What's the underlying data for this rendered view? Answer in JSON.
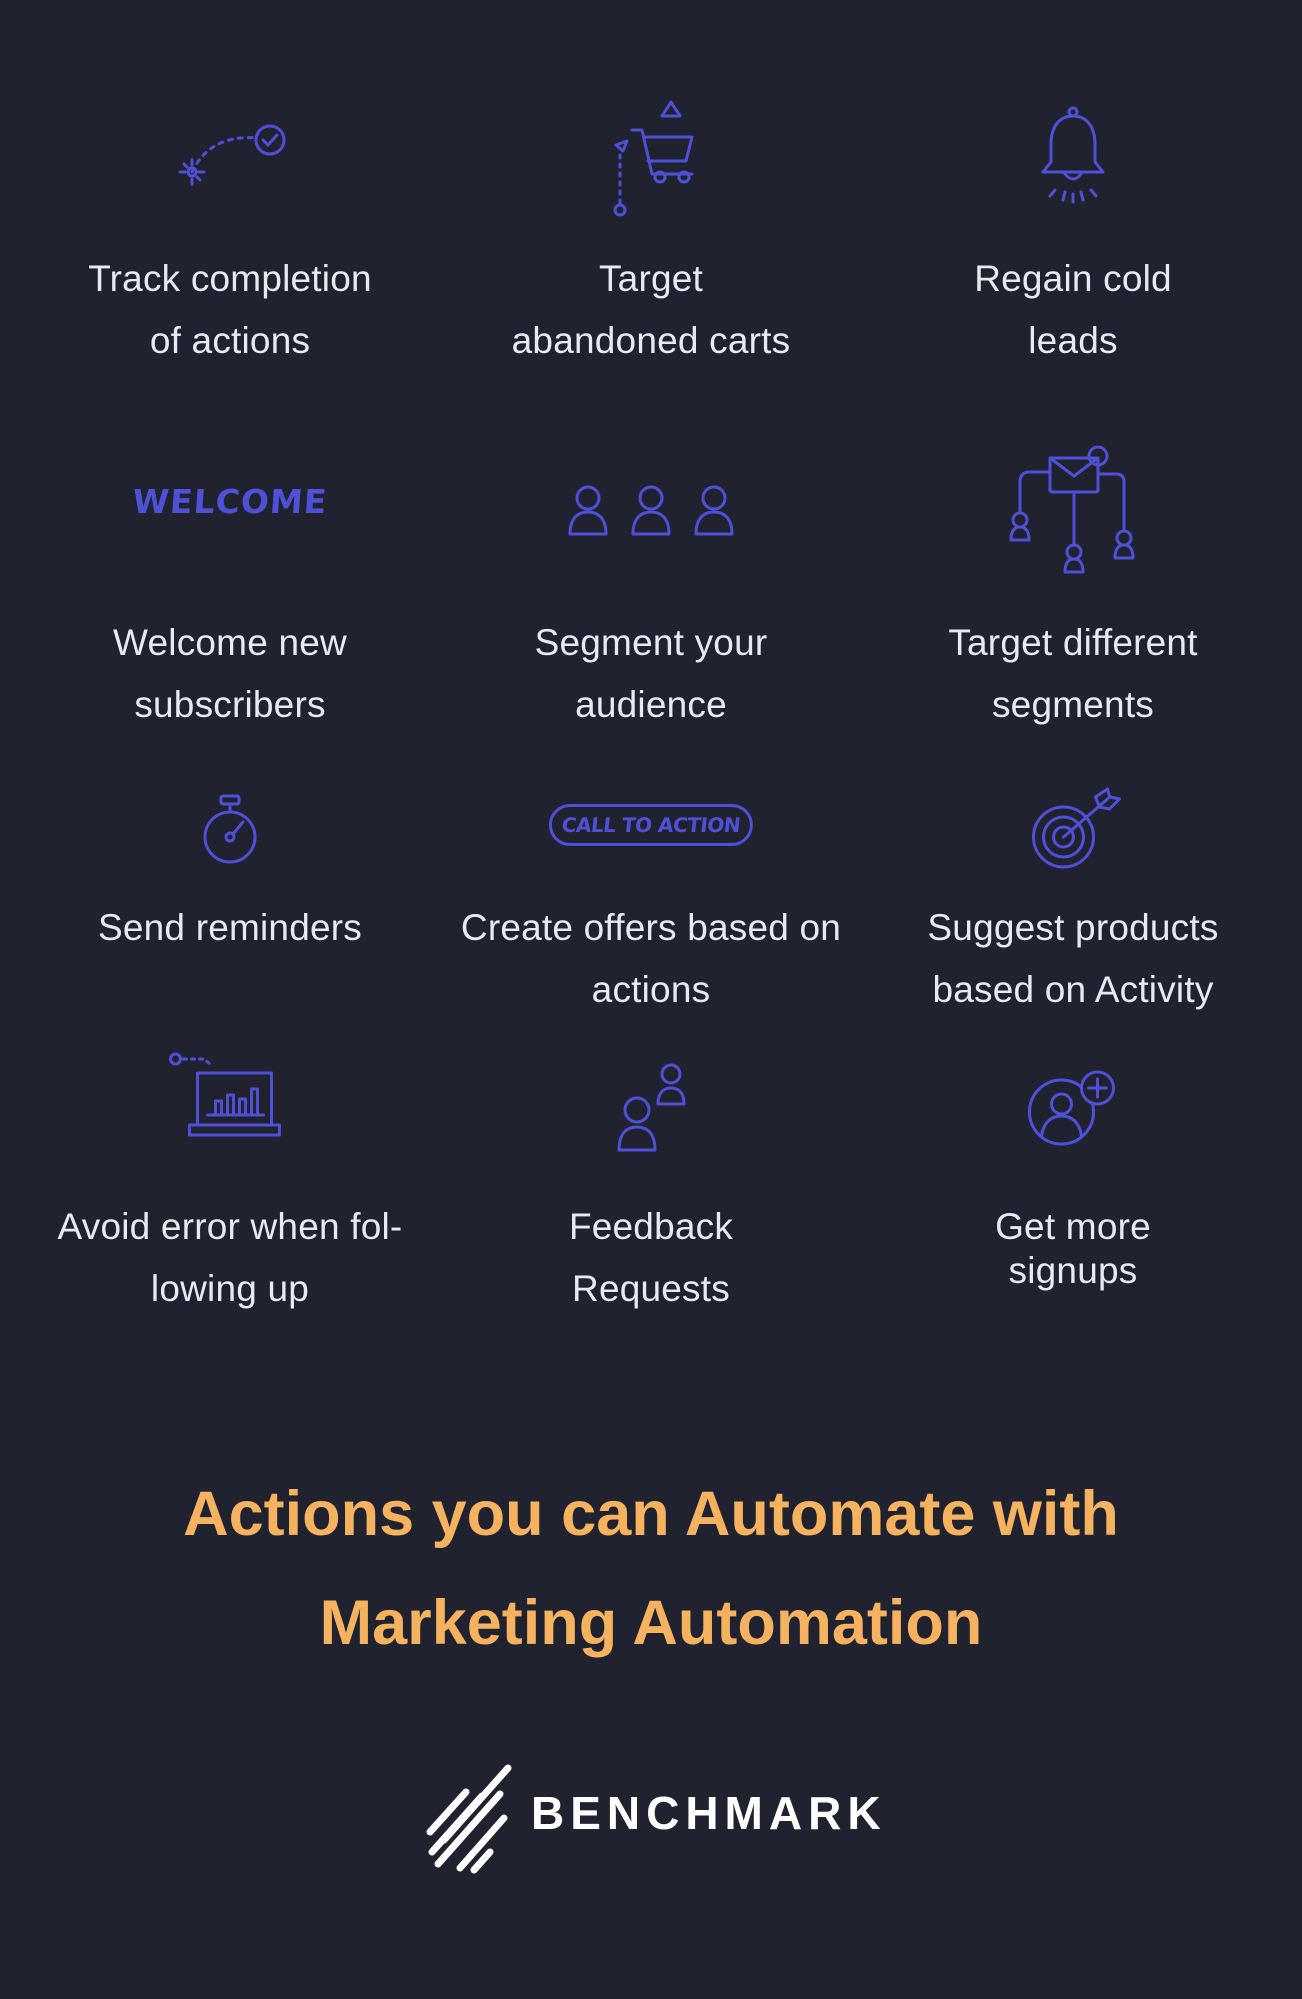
{
  "colors": {
    "background": "#212230",
    "icon": "#4e50d6",
    "label": "#e9eaf0",
    "title": "#f5b25f",
    "logo": "#ffffff"
  },
  "items": [
    {
      "icon": "track-path-check-icon",
      "line1": "Track completion",
      "line2": "of actions"
    },
    {
      "icon": "shopping-cart-icon",
      "line1": "Target",
      "line2": "abandoned carts"
    },
    {
      "icon": "bell-icon",
      "line1": "Regain cold",
      "line2": "leads"
    },
    {
      "icon": "welcome-text-icon",
      "line1": "Welcome new",
      "line2": "subscribers",
      "icon_text": "WELCOME"
    },
    {
      "icon": "three-users-icon",
      "line1": "Segment your",
      "line2": "audience"
    },
    {
      "icon": "email-branch-icon",
      "line1": "Target different",
      "line2": "segments"
    },
    {
      "icon": "stopwatch-icon",
      "line1": "Send reminders",
      "line2": ""
    },
    {
      "icon": "call-to-action-icon",
      "line1": "Create offers based on",
      "line2": "actions",
      "icon_text": "CALL TO ACTION"
    },
    {
      "icon": "target-arrow-icon",
      "line1": "Suggest products",
      "line2": "based on Activity"
    },
    {
      "icon": "chart-laptop-icon",
      "line1": "Avoid error when fol-",
      "line2": "lowing up"
    },
    {
      "icon": "two-users-feedback-icon",
      "line1": "Feedback",
      "line2": "Requests"
    },
    {
      "icon": "add-user-icon",
      "line1": "Get more",
      "line2": "signups"
    }
  ],
  "title": {
    "line1": "Actions you can Automate with",
    "line2": "Marketing Automation"
  },
  "logo": {
    "text": "BENCHMARK",
    "icon": "benchmark-stripes-icon"
  }
}
